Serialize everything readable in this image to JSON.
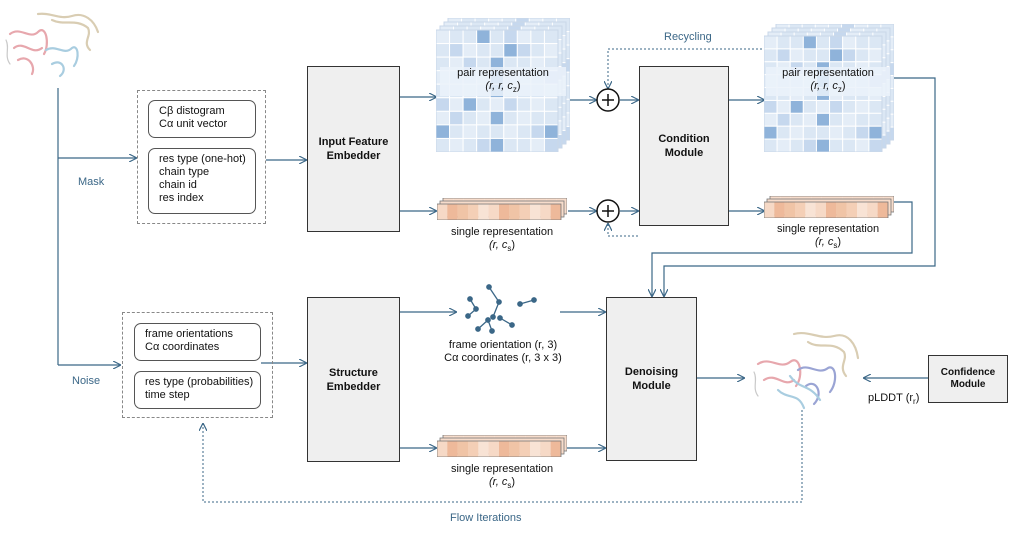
{
  "inputs": {
    "geom_box": [
      "Cβ distogram",
      "Cα unit vector"
    ],
    "feat_box": [
      "res type (one-hot)",
      "chain type",
      "chain id",
      "res index"
    ],
    "struct_geom_box": [
      "frame orientations",
      "Cα coordinates"
    ],
    "struct_feat_box": [
      "res type (probabilities)",
      "time step"
    ]
  },
  "modules": {
    "input_embedder": [
      "Input Feature",
      "Embedder"
    ],
    "condition": [
      "Condition",
      "Module"
    ],
    "structure_embedder": [
      "Structure",
      "Embedder"
    ],
    "denoising": [
      "Denoising",
      "Module"
    ],
    "confidence": [
      "Confidence",
      "Module"
    ]
  },
  "labels": {
    "pair_rep_1": "pair representation",
    "pair_dim_1": "(r, r, c",
    "pair_dim_1_sub": "z",
    "pair_rep_2": "pair representation",
    "pair_dim_2": "(r, r, c",
    "pair_dim_2_sub": "z",
    "single_rep_1": "single representation",
    "single_dim_1": "(r, c",
    "single_dim_1_sub": "s",
    "single_rep_2": "single representation",
    "single_dim_2": "(r, c",
    "single_dim_2_sub": "s",
    "single_rep_3": "single representation",
    "single_dim_3": "(r, c",
    "single_dim_3_sub": "s",
    "frame_orientation": "frame orientation (r, 3)",
    "ca_coords": "Cα coordinates (r, 3 x 3)",
    "plddt": "pLDDT (r",
    "plddt_sub": "r"
  },
  "flow": {
    "mask": "Mask",
    "noise": "Noise",
    "recycling": "Recycling",
    "flow_iterations": "Flow Iterations"
  },
  "colors": {
    "arrow": "#3b6787",
    "module_fill": "#efefef",
    "pair_cell": "#d9e6f4",
    "pair_cell_dark": "#8fb3da",
    "single_cell": "#f3c8ad"
  }
}
